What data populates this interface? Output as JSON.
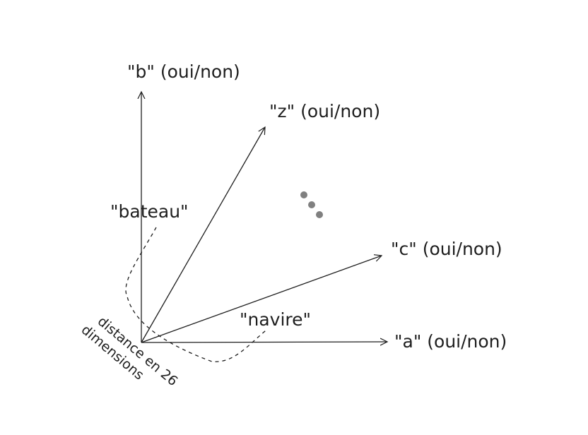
{
  "axes": {
    "b": "\"b\" (oui/non)",
    "z": "\"z\" (oui/non)",
    "c": "\"c\" (oui/non)",
    "a": "\"a\" (oui/non)"
  },
  "words": {
    "bateau": "\"bateau\"",
    "navire": "\"navire\""
  },
  "annotation": {
    "line1": "distance en 26",
    "line2": "dimensions"
  },
  "ellipsis_dots": 3
}
